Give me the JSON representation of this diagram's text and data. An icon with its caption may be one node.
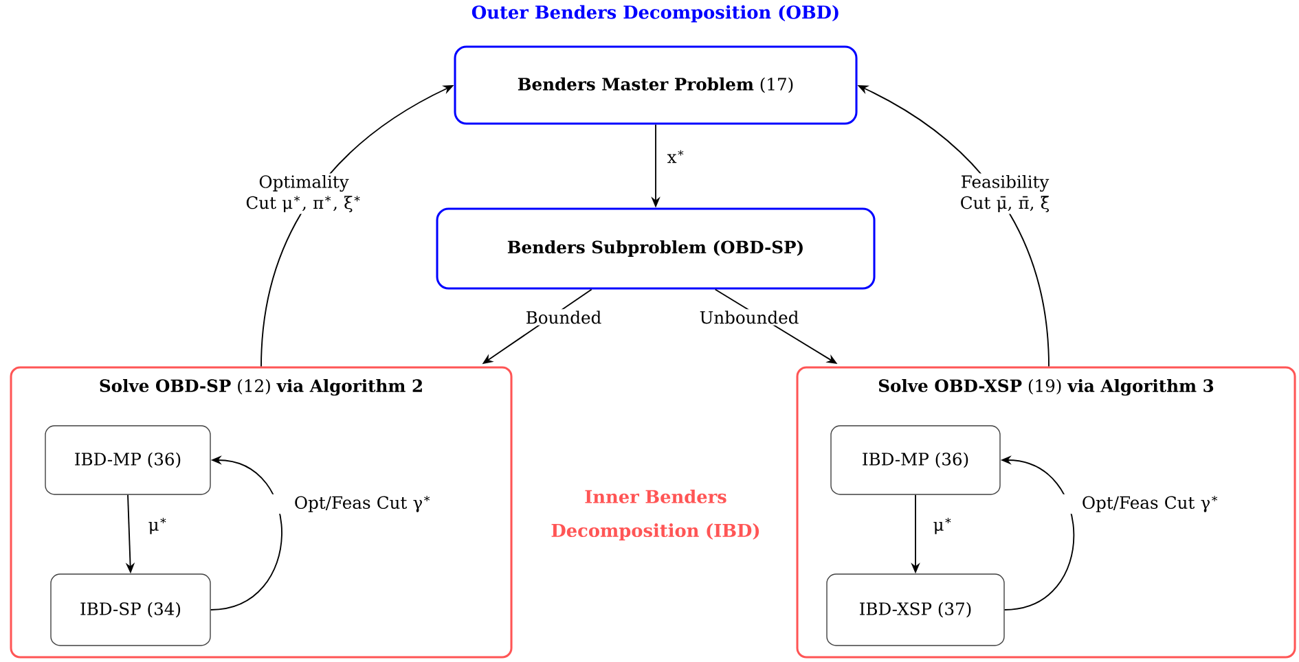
{
  "diagram": {
    "title": "Outer Benders Decomposition (OBD)",
    "nodes": [
      {
        "text": [
          "**Benders Master Problem** (17)"
        ]
      },
      {
        "text": [
          "Benders Subproblem (OBD-SP)"
        ]
      },
      {
        "text": [
          "**Solve OBD-SP** (12) **via Algorithm 2**"
        ]
      },
      {
        "text": [
          "IBD-MP (36)"
        ],
        "in": 2
      },
      {
        "text": [
          "IBD-SP (34)"
        ],
        "in": 2
      },
      {
        "text": [
          "**Solve OBD-XSP** (19) **via Algorithm 3**"
        ]
      },
      {
        "text": [
          "IBD-MP (36)"
        ],
        "in": 5
      },
      {
        "text": [
          "IBD-XSP (37)"
        ],
        "in": 5
      }
    ],
    "edges": [
      {
        "from": 0,
        "to": 1,
        "arrow": "to",
        "label": "x$^{∗}$"
      },
      {
        "from": 1,
        "to": 2,
        "arrow": "to",
        "label": "Bounded"
      },
      {
        "from": 1,
        "to": 5,
        "arrow": "to",
        "label": "Unbounded"
      },
      {
        "from": 2,
        "to": 0,
        "arrow": "to",
        "label": "Optimality Cut μ$^{∗}$, π$^{∗}$, ξ$^{∗}$"
      },
      {
        "from": 5,
        "to": 0,
        "arrow": "to",
        "label": "Feasibility Cut μ̄, π̄, ξ̄"
      },
      {
        "from": 3,
        "to": 4,
        "arrow": "to",
        "label": "μ$^{∗}$"
      },
      {
        "from": 4,
        "to": 3,
        "arrow": "to",
        "label": "Opt/Feas Cut γ$^{∗}$"
      },
      {
        "from": 6,
        "to": 7,
        "arrow": "to",
        "label": "μ$^{∗}$"
      },
      {
        "from": 7,
        "to": 6,
        "arrow": "to",
        "label": "Opt/Feas Cut γ$^{∗}$"
      }
    ],
    "labels": [
      "Inner Benders Decomposition (IBD)"
    ]
  }
}
